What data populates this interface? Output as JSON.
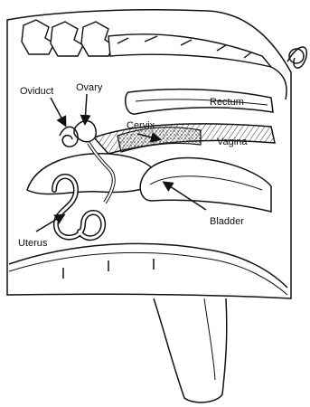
{
  "labels": {
    "oviduct": "Oviduct",
    "ovary": "Ovary",
    "cervix": "Cervix",
    "rectum": "Rectum",
    "vagina": "Vagina",
    "bladder": "Bladder",
    "uterus": "Uterus"
  },
  "colors": {
    "ink": "#111111",
    "shade": "#6a6a6a",
    "background": "#ffffff"
  }
}
